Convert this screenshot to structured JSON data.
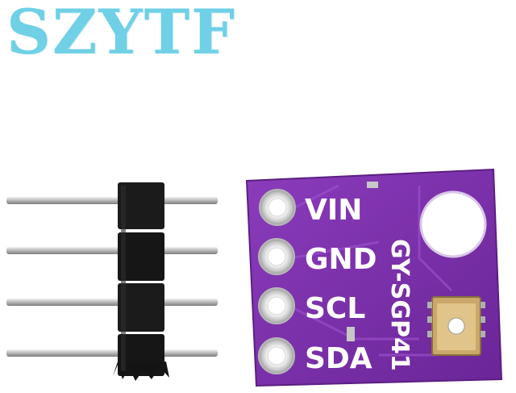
{
  "brand": {
    "text": "SZYTF",
    "color": "#6fd0e6"
  },
  "board": {
    "pins": [
      "VIN",
      "GND",
      "SCL",
      "SDA"
    ],
    "model": "GY-SGP41",
    "color": "#7a2fa8"
  },
  "header": {
    "pin_count": 4,
    "color": "#1a1a1a",
    "pin_color": "#c8c8c8"
  }
}
